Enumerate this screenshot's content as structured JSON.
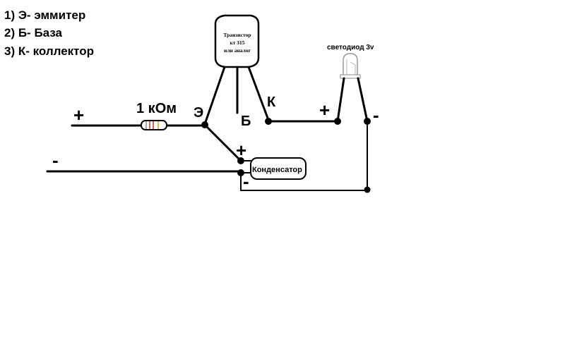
{
  "legend": [
    "1) Э- эммитер",
    "2) Б- База",
    "3) К- коллектор"
  ],
  "transistor": {
    "line1": "Транзистор",
    "line2": "кт 315",
    "line3": "или аналог"
  },
  "resistor": {
    "label": "1 кОм"
  },
  "led": {
    "label": "светодиод 3v"
  },
  "capacitor": {
    "label": "Конденсатор"
  },
  "pins": {
    "emitter": "Э",
    "base": "Б",
    "collector": "К"
  },
  "signs": {
    "input_plus": "+",
    "input_minus": "-",
    "cap_plus": "+",
    "cap_minus": "-",
    "led_plus": "+",
    "led_minus": "-"
  }
}
